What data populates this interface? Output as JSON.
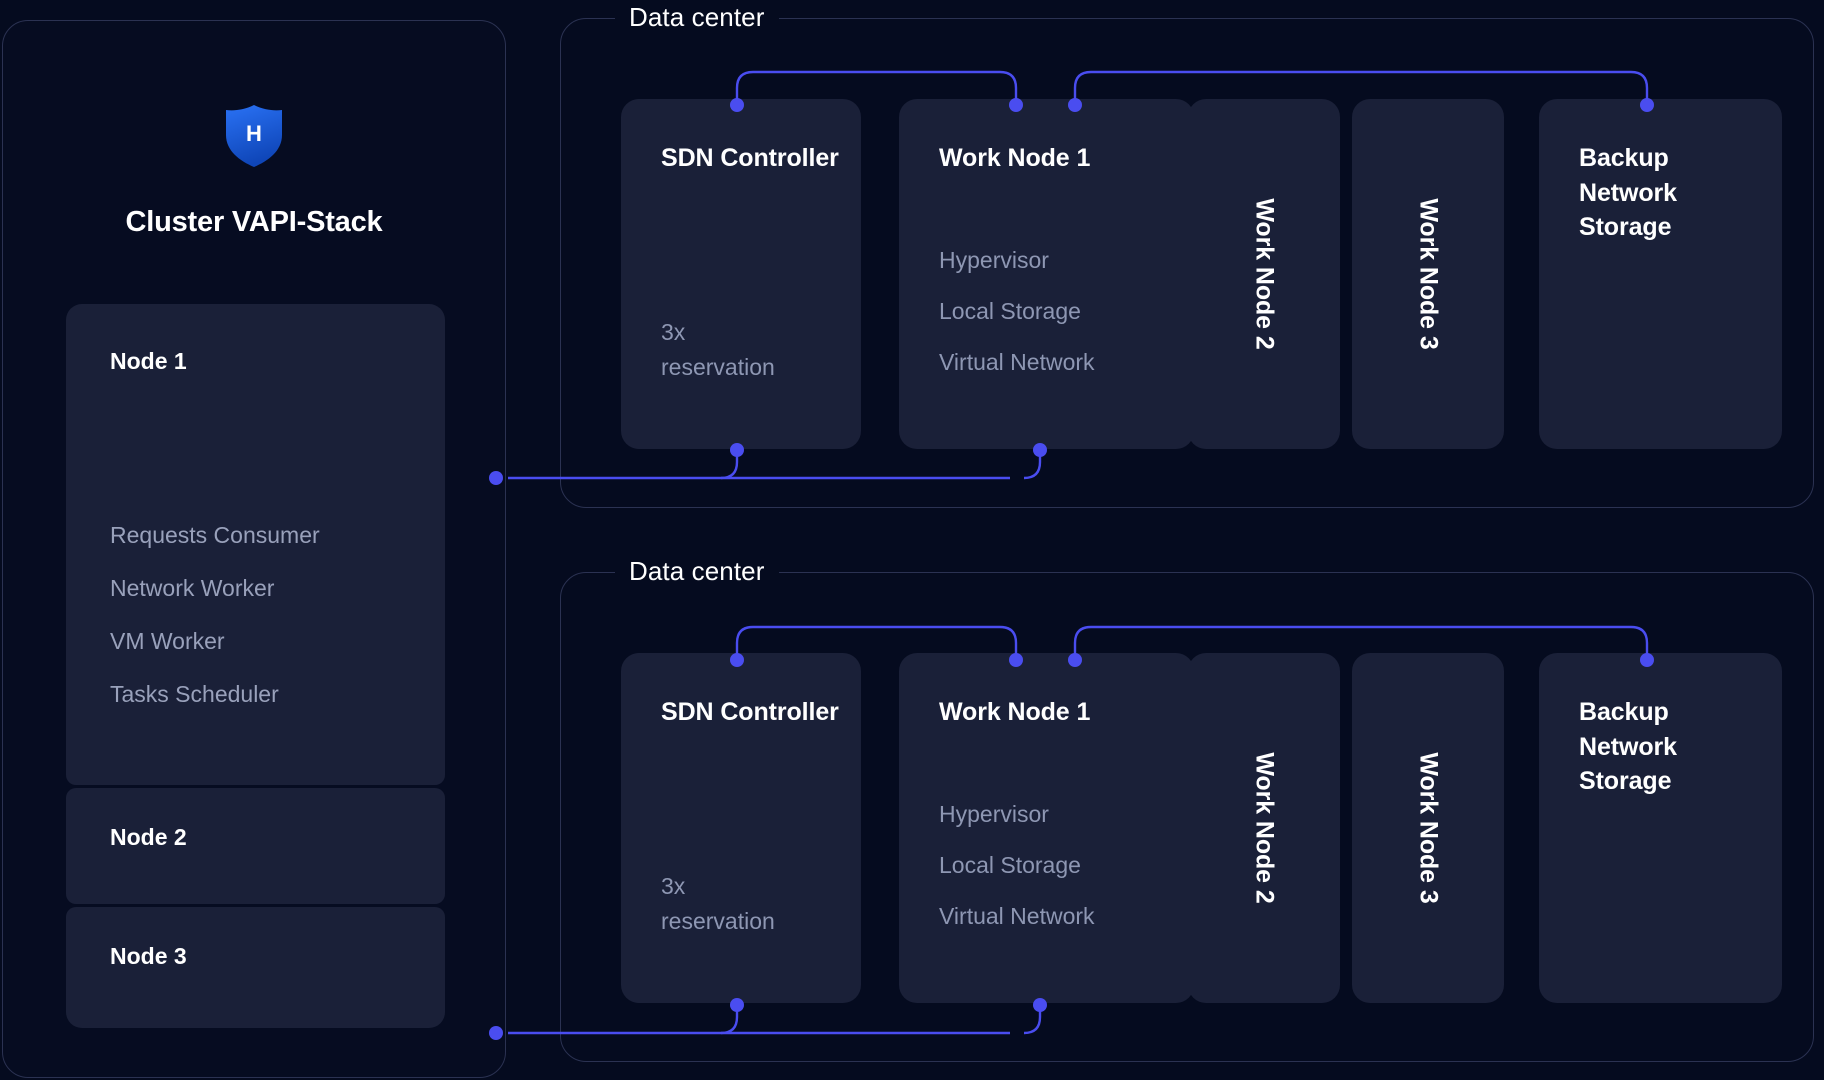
{
  "brand": {
    "logo_icon": "shield-h-icon",
    "logo_letter": "H",
    "title": "Cluster VAPI-Stack"
  },
  "colors": {
    "background": "#050b1f",
    "card": "#1a2038",
    "panel_border": "#2b3252",
    "accent": "#4a4df0",
    "title_text": "#ffffff",
    "muted_text": "#99a1bb",
    "logo_blue": "#1f5fe0"
  },
  "cluster": {
    "nodes": [
      {
        "label": "Node 1",
        "services": [
          "Requests Consumer",
          "Network Worker",
          "VM Worker",
          "Tasks Scheduler"
        ]
      },
      {
        "label": "Node 2",
        "services": []
      },
      {
        "label": "Node 3",
        "services": []
      }
    ]
  },
  "data_centers": [
    {
      "legend": "Data center",
      "boxes": [
        {
          "kind": "sdn",
          "title": "SDN Controller",
          "note": "3x reservation"
        },
        {
          "kind": "work",
          "title": "Work Node 1",
          "services": [
            "Hypervisor",
            "Local Storage",
            "Virtual Network"
          ]
        },
        {
          "kind": "vertical",
          "title": "Work Node 2"
        },
        {
          "kind": "vertical",
          "title": "Work Node 3"
        },
        {
          "kind": "storage",
          "title": "Backup Network Storage"
        }
      ]
    },
    {
      "legend": "Data center",
      "boxes": [
        {
          "kind": "sdn",
          "title": "SDN Controller",
          "note": "3x reservation"
        },
        {
          "kind": "work",
          "title": "Work Node 1",
          "services": [
            "Hypervisor",
            "Local Storage",
            "Virtual Network"
          ]
        },
        {
          "kind": "vertical",
          "title": "Work Node 2"
        },
        {
          "kind": "vertical",
          "title": "Work Node 3"
        },
        {
          "kind": "storage",
          "title": "Backup Network Storage"
        }
      ]
    }
  ]
}
